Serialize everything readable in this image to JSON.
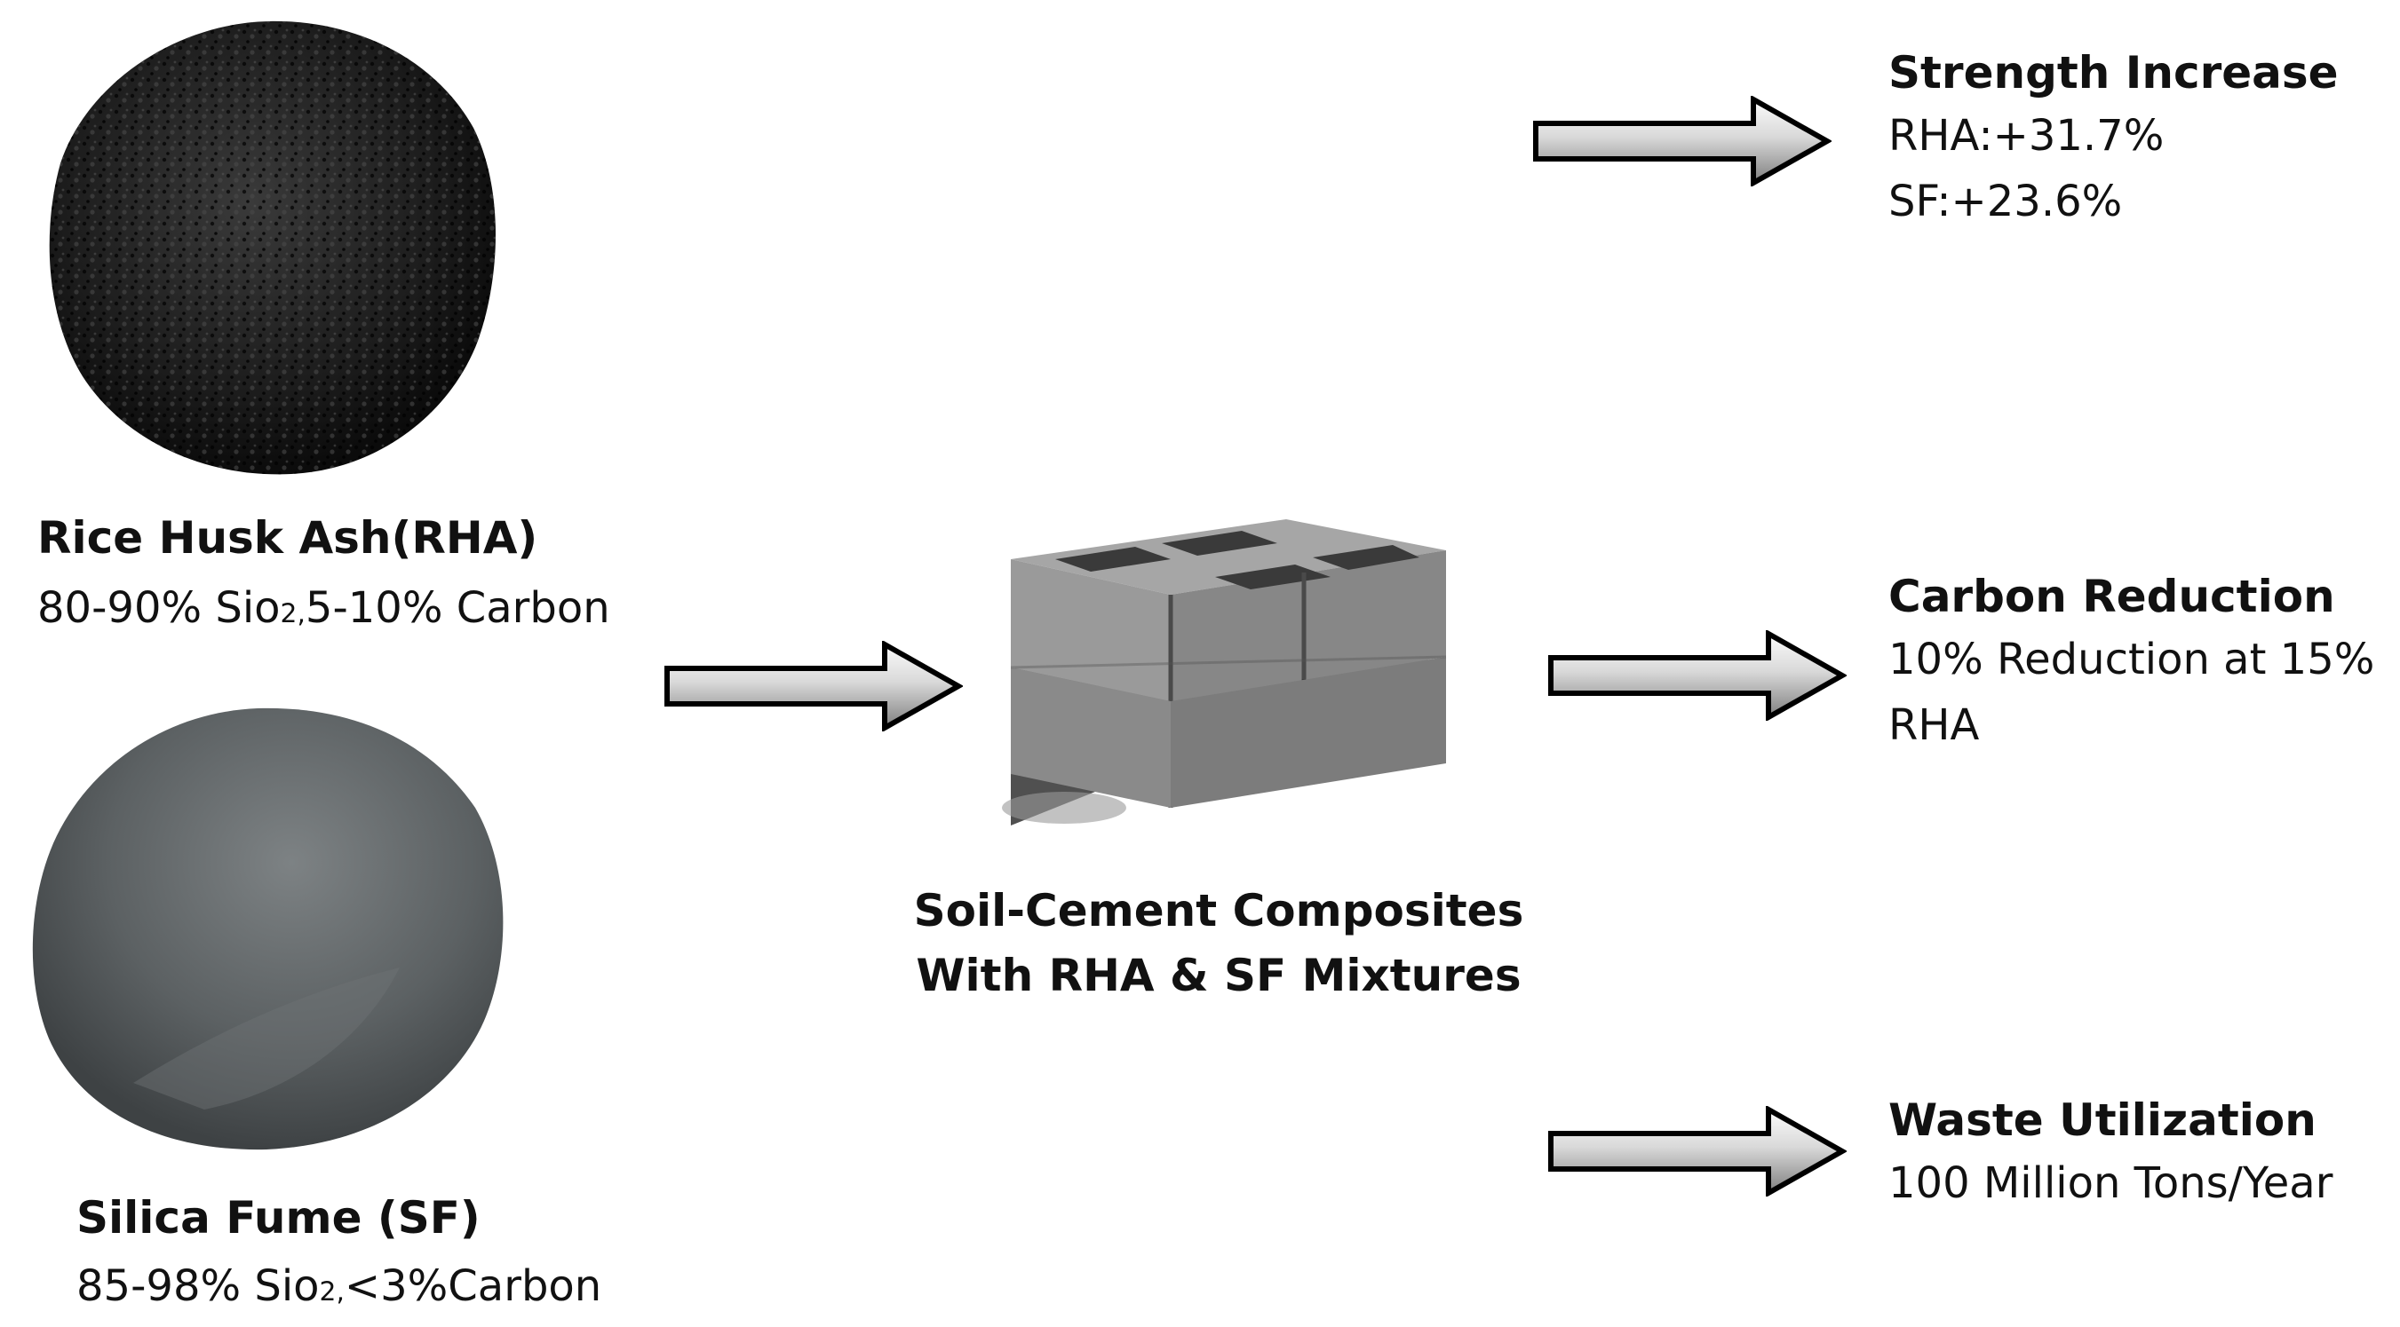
{
  "inputs": {
    "rha": {
      "title": "Rice Husk Ash(RHA)",
      "desc_pre": "80-90% Sio",
      "desc_sub": "2,",
      "desc_post": "5-10% Carbon",
      "image_icon": "black-ash-pile"
    },
    "sf": {
      "title": "Silica Fume (SF)",
      "desc_pre": "85-98% Sio",
      "desc_sub": "2,",
      "desc_post": "<3%Carbon",
      "image_icon": "grey-powder-pile"
    }
  },
  "product": {
    "line1": "Soil-Cement Composites",
    "line2": "With RHA & SF Mixtures",
    "image_icon": "hollow-cement-blocks"
  },
  "outcomes": [
    {
      "title": "Strength Increase",
      "lines": [
        "RHA:+31.7%",
        "SF:+23.6%"
      ]
    },
    {
      "title": "Carbon Reduction",
      "lines": [
        "10% Reduction at 15%",
        "RHA"
      ]
    },
    {
      "title": "Waste Utilization",
      "lines": [
        "100 Million Tons/Year"
      ]
    }
  ],
  "colors": {
    "arrow_fill_light": "#f2f2f2",
    "arrow_fill_dark": "#8c8c8c",
    "arrow_stroke": "#000000"
  }
}
